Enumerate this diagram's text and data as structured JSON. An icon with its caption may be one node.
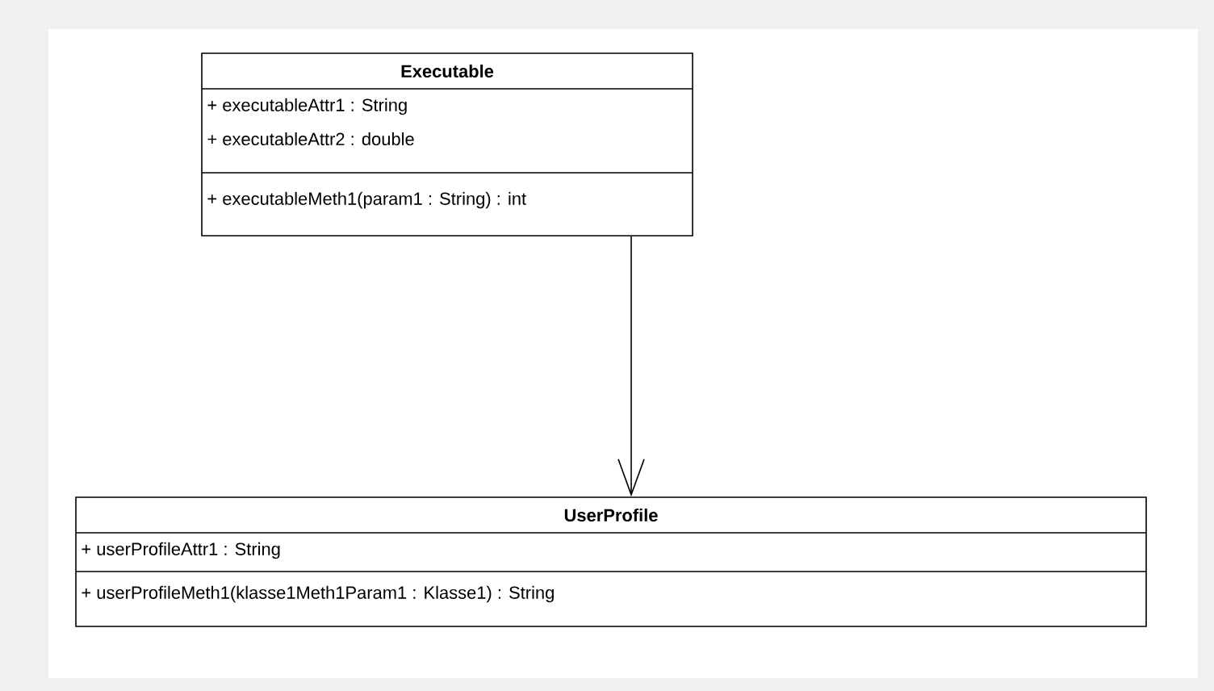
{
  "diagram": {
    "nodes": [
      {
        "text": [
          "Executable",
          "+  executableAttr1 : String",
          "+  executableAttr2 : double",
          "+  executableMeth1(param1 : String) : int"
        ]
      },
      {
        "text": [
          "UserProfile",
          "+  userProfileAttr1 : String",
          "+  userProfileMeth1(klasse1Meth1Param1 : Klasse1) : String"
        ]
      }
    ],
    "edges": [
      {
        "from": 0,
        "to": 1,
        "arrow": "to"
      }
    ]
  }
}
